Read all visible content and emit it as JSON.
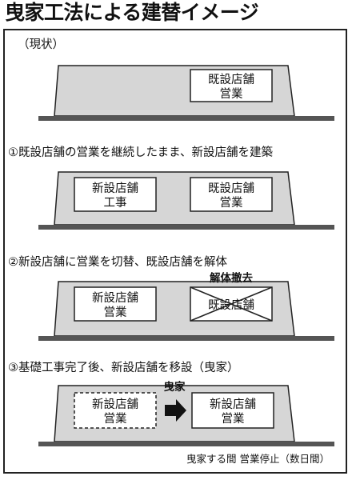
{
  "title": "曳家工法による建替イメージ",
  "steps": {
    "current": {
      "label": "（現状）",
      "existing_store": [
        "既設店舗",
        "営業"
      ]
    },
    "step1": {
      "label": "①既設店舗の営業を継続したまま、新設店舗を建築",
      "new_store": [
        "新設店舗",
        "工事"
      ],
      "existing_store": [
        "既設店舗",
        "営業"
      ]
    },
    "step2": {
      "label": "②新設店舗に営業を切替、既設店舗を解体",
      "new_store": [
        "新設店舗",
        "営業"
      ],
      "demolish_label": "解体撤去",
      "existing_store": [
        "既設店舗"
      ]
    },
    "step3": {
      "label": "③基礎工事完了後、新設店舗を移設（曳家）",
      "old_position": [
        "新設店舗",
        "営業"
      ],
      "move_label": "曳家",
      "new_position": [
        "新設店舗",
        "営業"
      ]
    }
  },
  "footnote": "曳家する間  営業停止（数日間）",
  "colors": {
    "panel_fill": "#d6d6d6",
    "line": "#222222",
    "box_fill": "#ffffff"
  },
  "icons": {
    "move_arrow": "right-arrow-icon",
    "demolish_mark": "cross-mark-icon"
  }
}
